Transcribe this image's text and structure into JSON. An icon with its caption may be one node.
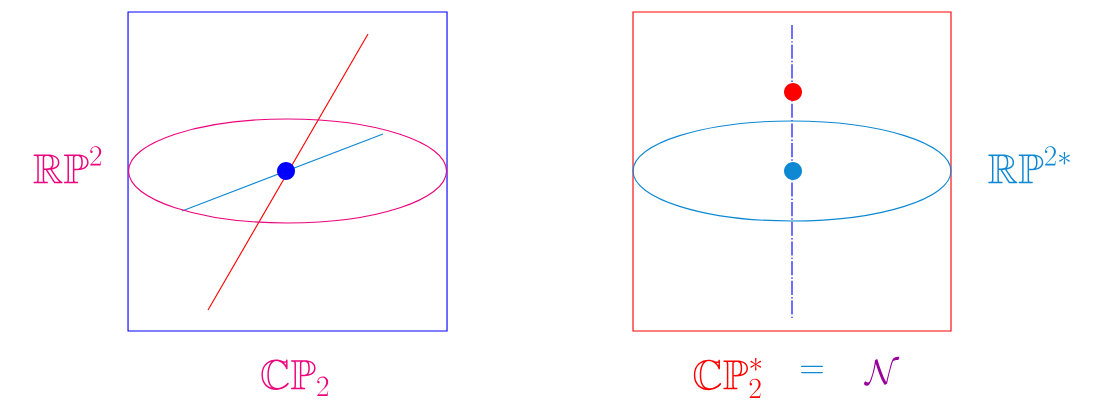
{
  "diagram": {
    "nodes": [
      {
        "text": [],
        "shape": "box",
        "beside": [
          "\\mathbb{CP}_2"
        ]
      },
      {
        "text": [],
        "shape": "ellipse",
        "in": 0,
        "beside": [
          "\\mathbb{RP}^2"
        ]
      },
      {
        "text": [],
        "shape": "box",
        "beside": [
          "\\mathbb{CP}_2^*",
          "=",
          "\\mathcal{N}"
        ]
      },
      {
        "text": [],
        "shape": "ellipse",
        "in": 2,
        "beside": [
          "\\mathbb{RP}^{2*}"
        ]
      }
    ],
    "edges": []
  }
}
